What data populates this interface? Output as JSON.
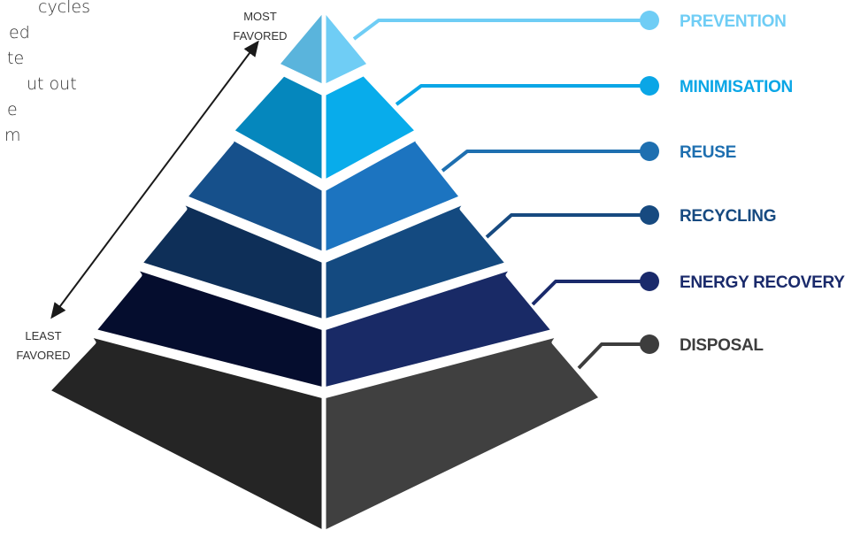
{
  "background_text": {
    "lines": [
      "cycles",
      "ed",
      "te",
      "ut out",
      "e",
      "m"
    ]
  },
  "axis": {
    "most_favored": [
      "MOST",
      "FAVORED"
    ],
    "least_favored": [
      "LEAST",
      "FAVORED"
    ]
  },
  "hierarchy": [
    {
      "label": "PREVENTION",
      "color": "#6fcdf5",
      "left_face": "#5ab4dc",
      "right_face": "#6fcdf5"
    },
    {
      "label": "MINIMISATION",
      "color": "#0aa6e6",
      "left_face": "#0587bd",
      "right_face": "#08aceb"
    },
    {
      "label": "REUSE",
      "color": "#1e6fb0",
      "left_face": "#16508b",
      "right_face": "#1c74c0"
    },
    {
      "label": "RECYCLING",
      "color": "#174a80",
      "left_face": "#0e2f58",
      "right_face": "#144a80"
    },
    {
      "label": "ENERGY RECOVERY",
      "color": "#1a2a6b",
      "left_face": "#050d2e",
      "right_face": "#192a66"
    },
    {
      "label": "DISPOSAL",
      "color": "#3d3d3d",
      "left_face": "#252525",
      "right_face": "#404040"
    }
  ]
}
